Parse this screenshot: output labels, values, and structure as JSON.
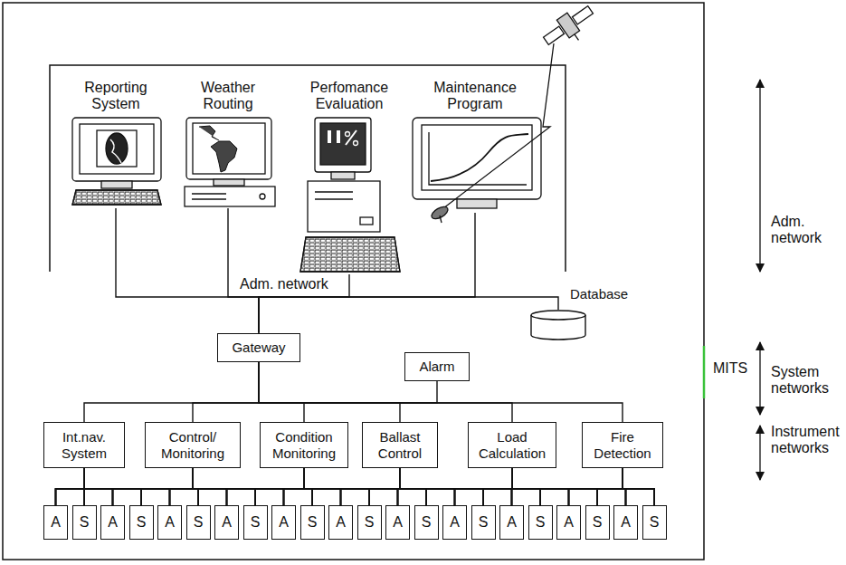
{
  "diagram": {
    "nodes": [
      {
        "text": [
          "Reporting System"
        ]
      },
      {
        "text": [
          "Weather Routing"
        ]
      },
      {
        "text": [
          "Perfomance Evaluation"
        ]
      },
      {
        "text": [
          "Maintenance Program"
        ]
      },
      {
        "text": [
          "Database"
        ]
      },
      {
        "text": [
          "Gateway"
        ]
      },
      {
        "text": [
          "Alarm"
        ]
      },
      {
        "text": [
          "Int.nav. System"
        ]
      },
      {
        "text": [
          "Control/ Monitoring"
        ]
      },
      {
        "text": [
          "Condition Monitoring"
        ]
      },
      {
        "text": [
          "Ballast Control"
        ]
      },
      {
        "text": [
          "Load Calculation"
        ]
      },
      {
        "text": [
          "Fire Detection"
        ]
      },
      {
        "text": [
          "A"
        ]
      },
      {
        "text": [
          "S"
        ]
      },
      {
        "text": [
          "A"
        ]
      },
      {
        "text": [
          "S"
        ]
      },
      {
        "text": [
          "A"
        ]
      },
      {
        "text": [
          "S"
        ]
      },
      {
        "text": [
          "A"
        ]
      },
      {
        "text": [
          "S"
        ]
      },
      {
        "text": [
          "A"
        ]
      },
      {
        "text": [
          "S"
        ]
      },
      {
        "text": [
          "A"
        ]
      },
      {
        "text": [
          "S"
        ]
      },
      {
        "text": [
          "A"
        ]
      },
      {
        "text": [
          "S"
        ]
      },
      {
        "text": [
          "A"
        ]
      },
      {
        "text": [
          "S"
        ]
      },
      {
        "text": [
          "A"
        ]
      },
      {
        "text": [
          "S"
        ]
      },
      {
        "text": [
          "A"
        ]
      },
      {
        "text": [
          "S"
        ]
      },
      {
        "text": [
          "A"
        ]
      },
      {
        "text": [
          "S"
        ]
      }
    ],
    "edges": [
      {
        "from": 0,
        "to": 5,
        "arrow": "none"
      },
      {
        "from": 1,
        "to": 5,
        "arrow": "none"
      },
      {
        "from": 2,
        "to": 5,
        "arrow": "none"
      },
      {
        "from": 3,
        "to": 5,
        "arrow": "none"
      },
      {
        "from": 4,
        "to": 5,
        "arrow": "none"
      },
      {
        "from": 5,
        "to": 6,
        "arrow": "none"
      },
      {
        "from": 5,
        "to": 7,
        "arrow": "none"
      },
      {
        "from": 5,
        "to": 8,
        "arrow": "none"
      },
      {
        "from": 5,
        "to": 9,
        "arrow": "none"
      },
      {
        "from": 5,
        "to": 10,
        "arrow": "none"
      },
      {
        "from": 5,
        "to": 11,
        "arrow": "none"
      },
      {
        "from": 5,
        "to": 12,
        "arrow": "none"
      },
      {
        "from": 7,
        "to": 13,
        "arrow": "none"
      },
      {
        "from": 7,
        "to": 14,
        "arrow": "none"
      },
      {
        "from": 7,
        "to": 15,
        "arrow": "none"
      },
      {
        "from": 7,
        "to": 16,
        "arrow": "none"
      },
      {
        "from": 7,
        "to": 17,
        "arrow": "none"
      },
      {
        "from": 7,
        "to": 18,
        "arrow": "none"
      },
      {
        "from": 7,
        "to": 19,
        "arrow": "none"
      },
      {
        "from": 7,
        "to": 20,
        "arrow": "none"
      },
      {
        "from": 7,
        "to": 21,
        "arrow": "none"
      },
      {
        "from": 7,
        "to": 22,
        "arrow": "none"
      },
      {
        "from": 7,
        "to": 23,
        "arrow": "none"
      },
      {
        "from": 7,
        "to": 24,
        "arrow": "none"
      },
      {
        "from": 7,
        "to": 25,
        "arrow": "none"
      },
      {
        "from": 7,
        "to": 26,
        "arrow": "none"
      },
      {
        "from": 7,
        "to": 27,
        "arrow": "none"
      },
      {
        "from": 7,
        "to": 28,
        "arrow": "none"
      },
      {
        "from": 7,
        "to": 29,
        "arrow": "none"
      },
      {
        "from": 7,
        "to": 30,
        "arrow": "none"
      },
      {
        "from": 7,
        "to": 31,
        "arrow": "none"
      },
      {
        "from": 7,
        "to": 32,
        "arrow": "none"
      },
      {
        "from": 7,
        "to": 33,
        "arrow": "none"
      },
      {
        "from": 7,
        "to": 34,
        "arrow": "none"
      },
      {
        "from": 8,
        "to": 13,
        "arrow": "none"
      },
      {
        "from": 8,
        "to": 14,
        "arrow": "none"
      },
      {
        "from": 8,
        "to": 15,
        "arrow": "none"
      },
      {
        "from": 8,
        "to": 16,
        "arrow": "none"
      },
      {
        "from": 8,
        "to": 17,
        "arrow": "none"
      },
      {
        "from": 8,
        "to": 18,
        "arrow": "none"
      },
      {
        "from": 8,
        "to": 19,
        "arrow": "none"
      },
      {
        "from": 8,
        "to": 20,
        "arrow": "none"
      },
      {
        "from": 8,
        "to": 21,
        "arrow": "none"
      },
      {
        "from": 8,
        "to": 22,
        "arrow": "none"
      },
      {
        "from": 8,
        "to": 23,
        "arrow": "none"
      },
      {
        "from": 8,
        "to": 24,
        "arrow": "none"
      },
      {
        "from": 8,
        "to": 25,
        "arrow": "none"
      },
      {
        "from": 8,
        "to": 26,
        "arrow": "none"
      },
      {
        "from": 8,
        "to": 27,
        "arrow": "none"
      },
      {
        "from": 8,
        "to": 28,
        "arrow": "none"
      },
      {
        "from": 8,
        "to": 29,
        "arrow": "none"
      },
      {
        "from": 8,
        "to": 30,
        "arrow": "none"
      },
      {
        "from": 8,
        "to": 31,
        "arrow": "none"
      },
      {
        "from": 8,
        "to": 32,
        "arrow": "none"
      },
      {
        "from": 8,
        "to": 33,
        "arrow": "none"
      },
      {
        "from": 8,
        "to": 34,
        "arrow": "none"
      },
      {
        "from": 9,
        "to": 13,
        "arrow": "none"
      },
      {
        "from": 9,
        "to": 14,
        "arrow": "none"
      },
      {
        "from": 9,
        "to": 15,
        "arrow": "none"
      },
      {
        "from": 9,
        "to": 16,
        "arrow": "none"
      },
      {
        "from": 9,
        "to": 17,
        "arrow": "none"
      },
      {
        "from": 9,
        "to": 18,
        "arrow": "none"
      },
      {
        "from": 9,
        "to": 19,
        "arrow": "none"
      },
      {
        "from": 9,
        "to": 20,
        "arrow": "none"
      },
      {
        "from": 9,
        "to": 21,
        "arrow": "none"
      },
      {
        "from": 9,
        "to": 22,
        "arrow": "none"
      },
      {
        "from": 9,
        "to": 23,
        "arrow": "none"
      },
      {
        "from": 9,
        "to": 24,
        "arrow": "none"
      },
      {
        "from": 9,
        "to": 25,
        "arrow": "none"
      },
      {
        "from": 9,
        "to": 26,
        "arrow": "none"
      },
      {
        "from": 9,
        "to": 27,
        "arrow": "none"
      },
      {
        "from": 9,
        "to": 28,
        "arrow": "none"
      },
      {
        "from": 9,
        "to": 29,
        "arrow": "none"
      },
      {
        "from": 9,
        "to": 30,
        "arrow": "none"
      },
      {
        "from": 9,
        "to": 31,
        "arrow": "none"
      },
      {
        "from": 9,
        "to": 32,
        "arrow": "none"
      },
      {
        "from": 9,
        "to": 33,
        "arrow": "none"
      },
      {
        "from": 9,
        "to": 34,
        "arrow": "none"
      },
      {
        "from": 10,
        "to": 13,
        "arrow": "none"
      },
      {
        "from": 10,
        "to": 14,
        "arrow": "none"
      },
      {
        "from": 10,
        "to": 15,
        "arrow": "none"
      },
      {
        "from": 10,
        "to": 16,
        "arrow": "none"
      },
      {
        "from": 10,
        "to": 17,
        "arrow": "none"
      },
      {
        "from": 10,
        "to": 18,
        "arrow": "none"
      },
      {
        "from": 10,
        "to": 19,
        "arrow": "none"
      },
      {
        "from": 10,
        "to": 20,
        "arrow": "none"
      },
      {
        "from": 10,
        "to": 21,
        "arrow": "none"
      },
      {
        "from": 10,
        "to": 22,
        "arrow": "none"
      },
      {
        "from": 10,
        "to": 23,
        "arrow": "none"
      },
      {
        "from": 10,
        "to": 24,
        "arrow": "none"
      },
      {
        "from": 10,
        "to": 25,
        "arrow": "none"
      },
      {
        "from": 10,
        "to": 26,
        "arrow": "none"
      },
      {
        "from": 10,
        "to": 27,
        "arrow": "none"
      },
      {
        "from": 10,
        "to": 28,
        "arrow": "none"
      },
      {
        "from": 10,
        "to": 29,
        "arrow": "none"
      },
      {
        "from": 10,
        "to": 30,
        "arrow": "none"
      },
      {
        "from": 10,
        "to": 31,
        "arrow": "none"
      },
      {
        "from": 10,
        "to": 32,
        "arrow": "none"
      },
      {
        "from": 10,
        "to": 33,
        "arrow": "none"
      },
      {
        "from": 10,
        "to": 34,
        "arrow": "none"
      },
      {
        "from": 11,
        "to": 13,
        "arrow": "none"
      },
      {
        "from": 11,
        "to": 14,
        "arrow": "none"
      },
      {
        "from": 11,
        "to": 15,
        "arrow": "none"
      },
      {
        "from": 11,
        "to": 16,
        "arrow": "none"
      },
      {
        "from": 11,
        "to": 17,
        "arrow": "none"
      },
      {
        "from": 11,
        "to": 18,
        "arrow": "none"
      },
      {
        "from": 11,
        "to": 19,
        "arrow": "none"
      },
      {
        "from": 11,
        "to": 20,
        "arrow": "none"
      },
      {
        "from": 11,
        "to": 21,
        "arrow": "none"
      },
      {
        "from": 11,
        "to": 22,
        "arrow": "none"
      },
      {
        "from": 11,
        "to": 23,
        "arrow": "none"
      },
      {
        "from": 11,
        "to": 24,
        "arrow": "none"
      },
      {
        "from": 11,
        "to": 25,
        "arrow": "none"
      },
      {
        "from": 11,
        "to": 26,
        "arrow": "none"
      },
      {
        "from": 11,
        "to": 27,
        "arrow": "none"
      },
      {
        "from": 11,
        "to": 28,
        "arrow": "none"
      },
      {
        "from": 11,
        "to": 29,
        "arrow": "none"
      },
      {
        "from": 11,
        "to": 30,
        "arrow": "none"
      },
      {
        "from": 11,
        "to": 31,
        "arrow": "none"
      },
      {
        "from": 11,
        "to": 32,
        "arrow": "none"
      },
      {
        "from": 11,
        "to": 33,
        "arrow": "none"
      },
      {
        "from": 11,
        "to": 34,
        "arrow": "none"
      },
      {
        "from": 12,
        "to": 13,
        "arrow": "none"
      },
      {
        "from": 12,
        "to": 14,
        "arrow": "none"
      },
      {
        "from": 12,
        "to": 15,
        "arrow": "none"
      },
      {
        "from": 12,
        "to": 16,
        "arrow": "none"
      },
      {
        "from": 12,
        "to": 17,
        "arrow": "none"
      },
      {
        "from": 12,
        "to": 18,
        "arrow": "none"
      },
      {
        "from": 12,
        "to": 19,
        "arrow": "none"
      },
      {
        "from": 12,
        "to": 20,
        "arrow": "none"
      },
      {
        "from": 12,
        "to": 21,
        "arrow": "none"
      },
      {
        "from": 12,
        "to": 22,
        "arrow": "none"
      },
      {
        "from": 12,
        "to": 23,
        "arrow": "none"
      },
      {
        "from": 12,
        "to": 24,
        "arrow": "none"
      },
      {
        "from": 12,
        "to": 25,
        "arrow": "none"
      },
      {
        "from": 12,
        "to": 26,
        "arrow": "none"
      },
      {
        "from": 12,
        "to": 27,
        "arrow": "none"
      },
      {
        "from": 12,
        "to": 28,
        "arrow": "none"
      },
      {
        "from": 12,
        "to": 29,
        "arrow": "none"
      },
      {
        "from": 12,
        "to": 30,
        "arrow": "none"
      },
      {
        "from": 12,
        "to": 31,
        "arrow": "none"
      },
      {
        "from": 12,
        "to": 32,
        "arrow": "none"
      },
      {
        "from": 12,
        "to": 33,
        "arrow": "none"
      },
      {
        "from": 12,
        "to": 34,
        "arrow": "none"
      }
    ],
    "labels": [
      "Adm. network",
      "MITS",
      "Adm. network",
      "System networks",
      "Instrument networks"
    ]
  }
}
